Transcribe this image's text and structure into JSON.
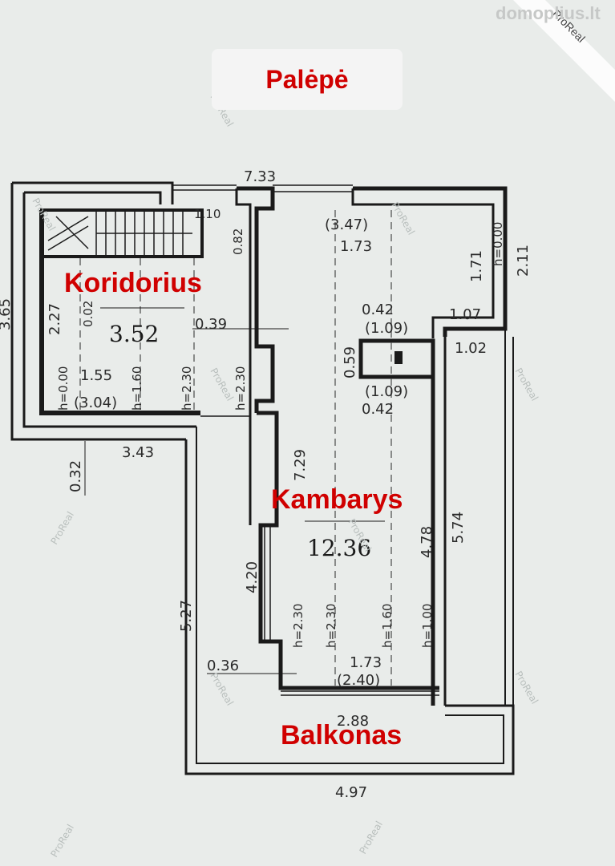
{
  "title": "Palėpė",
  "rooms": {
    "koridorius": {
      "label": "Koridorius",
      "area": "3.52"
    },
    "kambarys": {
      "label": "Kambarys",
      "area": "12.36"
    },
    "balkonas": {
      "label": "Balkonas"
    }
  },
  "dimensions": {
    "top_width": "7.33",
    "stair_width": "1.10",
    "stair_depth": "0.82",
    "left_height": "3.65",
    "koridorius_height": "2.27",
    "koridorius_small": "0.02",
    "wall_offset": "0.39",
    "h_0": "h=0.00",
    "h_160_a": "h=1.60",
    "h_230_a": "h=2.30",
    "h_230_b": "h=2.30",
    "koridorius_width": "1.55",
    "koridorius_width_total": "(3.04)",
    "left_bottom_width": "3.43",
    "left_bottom_offset": "0.32",
    "wall_length": "7.29",
    "window_height": "4.20",
    "balcony_depth": "5.27",
    "balcony_offset": "0.36",
    "top_niche": "(3.47)",
    "top_niche_width": "1.73",
    "right_wall_height": "1.71",
    "right_h_0": "h=0.00",
    "right_total_height": "2.11",
    "niche_a": "0.42",
    "niche_a_total": "(1.09)",
    "niche_b_total": "(1.09)",
    "niche_b": "0.42",
    "niche_depth": "0.59",
    "right_offset_a": "1.07",
    "right_offset_b": "1.02",
    "room_height": "4.78",
    "room_height_total": "5.74",
    "room_h_230_a": "h=2.30",
    "room_h_230_b": "h=2.30",
    "room_h_160": "h=1.60",
    "room_h_100": "h=1.00",
    "bottom_width": "1.73",
    "bottom_width_total": "(2.40)",
    "balcony_width_inner": "2.88",
    "balcony_width": "4.97"
  },
  "watermarks": {
    "site": "domoplius.lt",
    "brand": "ProReal"
  }
}
